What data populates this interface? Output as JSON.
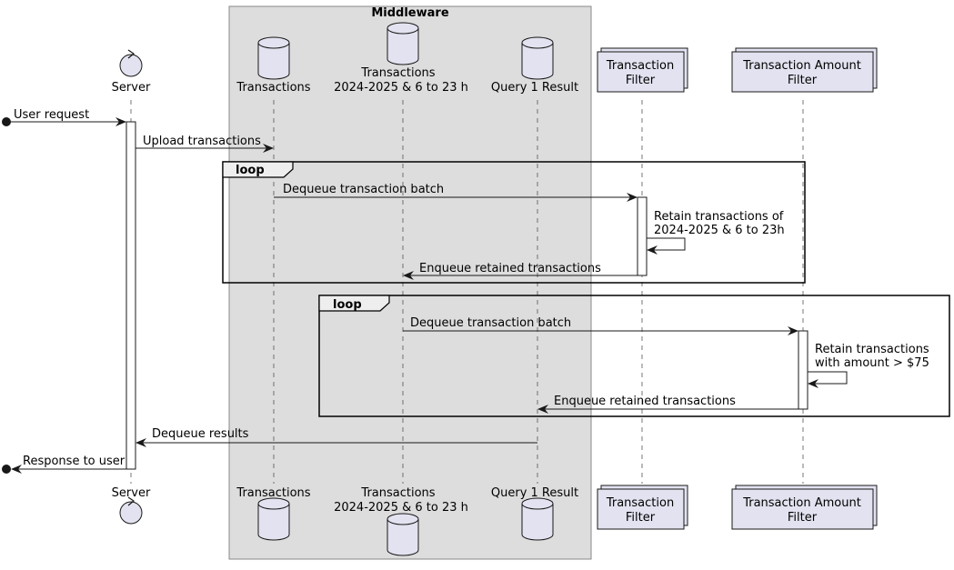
{
  "group": {
    "title": "Middleware"
  },
  "participants": {
    "server": {
      "label": "Server"
    },
    "transactions": {
      "label": "Transactions"
    },
    "filtered": {
      "line1": "Transactions",
      "line2": "2024-2025 & 6 to 23 h"
    },
    "query1": {
      "label": "Query 1 Result"
    },
    "tx_filter": {
      "line1": "Transaction",
      "line2": "Filter"
    },
    "amount_filter": {
      "line1": "Transaction Amount",
      "line2": "Filter"
    }
  },
  "messages": {
    "user_request": "User request",
    "upload": "Upload transactions",
    "dequeue1": "Dequeue transaction batch",
    "retain1_line1": "Retain transactions of",
    "retain1_line2": "2024-2025 & 6 to 23h",
    "enqueue1": "Enqueue retained transactions",
    "dequeue2": "Dequeue transaction batch",
    "retain2_line1": "Retain transactions",
    "retain2_line2": "with amount > $75",
    "enqueue2": "Enqueue retained transactions",
    "dequeue_results": "Dequeue results",
    "response": "Response to user"
  },
  "fragments": {
    "loop1": "loop",
    "loop2": "loop"
  },
  "colors": {
    "participant_fill": "#e2e2f0",
    "participant_stroke": "#181818",
    "group_fill": "#dddddd",
    "group_stroke": "#888888",
    "fragment_tab_fill": "#eeeeee"
  }
}
